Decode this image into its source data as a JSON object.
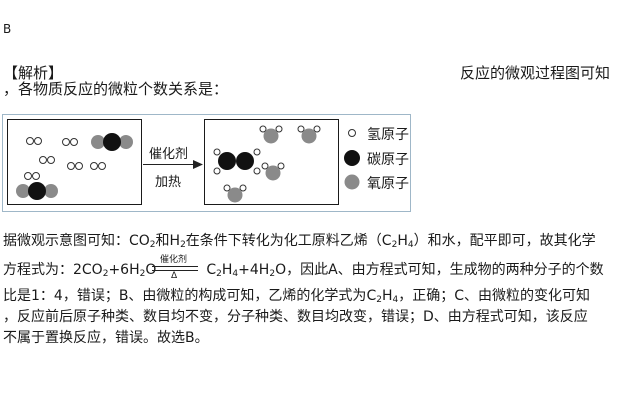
{
  "answer": "B",
  "analysis_label": "【解析】",
  "intro_right": "反应的微观过程图可知",
  "intro_line2": "，各物质反应的微粒个数关系是：",
  "diagram": {
    "condition_top": "催化剂",
    "condition_bottom": "加热",
    "legend": [
      "氢原子",
      "碳原子",
      "氧原子"
    ],
    "colors": {
      "hydrogen": "#ffffff",
      "carbon": "#111111",
      "oxygen": "#8a8a8a"
    }
  },
  "para": {
    "l1_a": "据微观示意图可知：",
    "l1_co2": "CO",
    "l1_co2_sub": "2",
    "l1_and": "和",
    "l1_h2": "H",
    "l1_h2_sub": "2",
    "l1_b": "在条件下转化为化工原料乙烯（",
    "l1_c2h4_a": "C",
    "l1_c2h4_s1": "2",
    "l1_c2h4_b": "H",
    "l1_c2h4_s2": "4",
    "l1_c": "）和水，配平即可，故其化学",
    "l2_a": "方程式为：",
    "l2_lhs": "2CO",
    "l2_lhs_s1": "2",
    "l2_lhs2": "+6H",
    "l2_lhs_s2": "2",
    "l2_lhs3": "O",
    "l2_cond_top": "催化剂",
    "l2_cond_bottom": "Δ",
    "l2_rhs": "C",
    "l2_rhs_s1": "2",
    "l2_rhs2": "H",
    "l2_rhs_s2": "4",
    "l2_rhs3": "+4H",
    "l2_rhs_s3": "2",
    "l2_rhs4": "O",
    "l2_b": "，因此A、由方程式可知，生成物的两种分子的个数",
    "l3_a": "比是",
    "l3_ratio": "1：4",
    "l3_b": "，错误；B、由微粒的构成可知，乙烯的化学式为",
    "l3_c2h4": "C",
    "l3_s1": "2",
    "l3_c2h4b": "H",
    "l3_s2": "4",
    "l3_c": "，正确；C、由微粒的变化可知",
    "l4": "，反应前后原子种类、数目均不变，分子种类、数目均改变，错误；D、由方程式可知，该反应",
    "l5": "不属于置换反应，错误。故选B。"
  }
}
